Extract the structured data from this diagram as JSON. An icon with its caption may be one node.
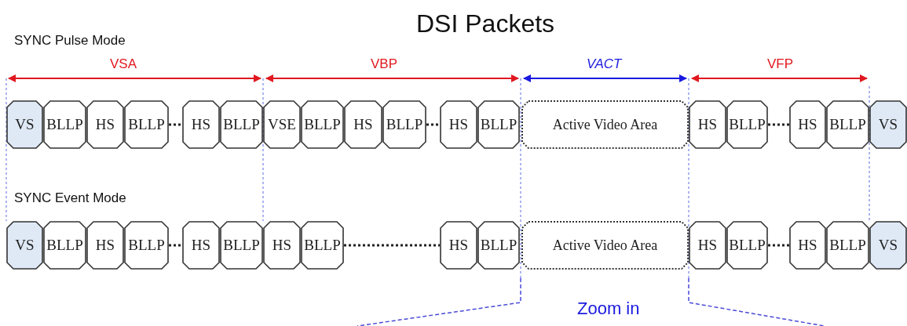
{
  "diagram": {
    "title": "DSI Packets",
    "nodes": [
      {
        "text": [
          "VS"
        ]
      },
      {
        "text": [
          "BLLP"
        ]
      },
      {
        "text": [
          "HS"
        ]
      },
      {
        "text": [
          "BLLP"
        ]
      },
      {
        "text": [
          "HS"
        ]
      },
      {
        "text": [
          "BLLP"
        ]
      },
      {
        "text": [
          "VSE"
        ]
      },
      {
        "text": [
          "BLLP"
        ]
      },
      {
        "text": [
          "HS"
        ]
      },
      {
        "text": [
          "BLLP"
        ]
      },
      {
        "text": [
          "HS"
        ]
      },
      {
        "text": [
          "BLLP"
        ]
      },
      {
        "text": [
          "Active Video Area"
        ]
      },
      {
        "text": [
          "HS"
        ]
      },
      {
        "text": [
          "BLLP"
        ]
      },
      {
        "text": [
          "HS"
        ]
      },
      {
        "text": [
          "BLLP"
        ]
      },
      {
        "text": [
          "VS"
        ]
      },
      {
        "text": [
          "VS"
        ]
      },
      {
        "text": [
          "BLLP"
        ]
      },
      {
        "text": [
          "HS"
        ]
      },
      {
        "text": [
          "BLLP"
        ]
      },
      {
        "text": [
          "HS"
        ]
      },
      {
        "text": [
          "BLLP"
        ]
      },
      {
        "text": [
          "HS"
        ]
      },
      {
        "text": [
          "BLLP"
        ]
      },
      {
        "text": [
          "HS"
        ]
      },
      {
        "text": [
          "BLLP"
        ]
      },
      {
        "text": [
          "Active Video Area"
        ]
      },
      {
        "text": [
          "HS"
        ]
      },
      {
        "text": [
          "BLLP"
        ]
      },
      {
        "text": [
          "HS"
        ]
      },
      {
        "text": [
          "BLLP"
        ]
      },
      {
        "text": [
          "VS"
        ]
      }
    ],
    "edges": [
      {
        "from": 3,
        "to": 4,
        "arrow": "none",
        "style": "dashed"
      },
      {
        "from": 9,
        "to": 10,
        "arrow": "none",
        "style": "dashed"
      },
      {
        "from": 14,
        "to": 15,
        "arrow": "none",
        "style": "dashed"
      },
      {
        "from": 21,
        "to": 22,
        "arrow": "none",
        "style": "dashed"
      },
      {
        "from": 25,
        "to": 26,
        "arrow": "none",
        "style": "dashed"
      },
      {
        "from": 30,
        "to": 31,
        "arrow": "none",
        "style": "dashed"
      }
    ],
    "labels": [
      "SYNC Pulse Mode",
      "VSA",
      "VBP",
      "VACT",
      "VFP",
      "SYNC Event Mode",
      "Zoom in"
    ]
  }
}
